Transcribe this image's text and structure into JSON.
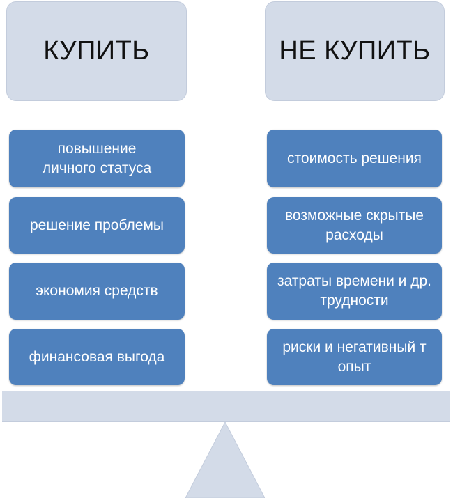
{
  "headers": {
    "buy": "КУПИТЬ",
    "not_buy": "НЕ КУПИТЬ"
  },
  "buy_factors": [
    "повышение личного статуса",
    "решение проблемы",
    "экономия средств",
    "финансовая выгода"
  ],
  "not_buy_factors": [
    "стоимость решения",
    "возможные скрытые расходы",
    "затраты времени и др. трудности",
    "риски и негативный т опыт"
  ],
  "colors": {
    "header_fill": "#d3dbe8",
    "factor_fill": "#4f81bd",
    "factor_text": "#ffffff",
    "scale_fill": "#d3dbe8"
  }
}
